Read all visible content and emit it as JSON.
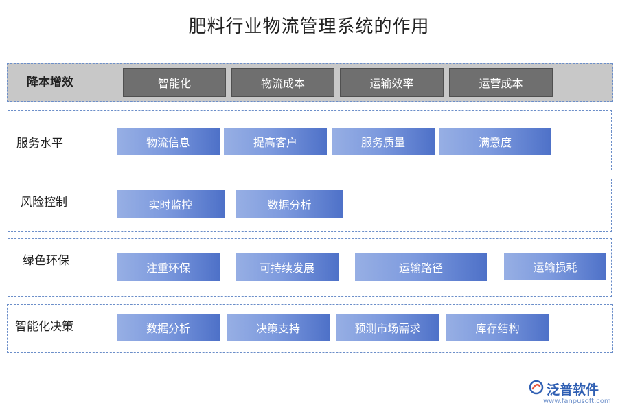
{
  "title": "肥料行业物流管理系统的作用",
  "rows": [
    {
      "label": "降本增效",
      "items": [
        "智能化",
        "物流成本",
        "运输效率",
        "运营成本"
      ]
    },
    {
      "label": "服务水平",
      "items": [
        "物流信息",
        "提高客户",
        "服务质量",
        "满意度"
      ]
    },
    {
      "label": "风险控制",
      "items": [
        "实时监控",
        "数据分析"
      ]
    },
    {
      "label": "绿色环保",
      "items": [
        "注重环保",
        "可持续发展",
        "运输路径",
        "运输损耗"
      ]
    },
    {
      "label": "智能化决策",
      "items": [
        "数据分析",
        "决策支持",
        "预测市场需求",
        "库存结构"
      ]
    }
  ],
  "brand": {
    "name": "泛普软件",
    "url": "www.fanpusoft.com",
    "color": "#2f5fb3"
  },
  "colors": {
    "gray_box": "#6f6f6f",
    "blue_light": "#97afe4",
    "blue_dark": "#4e71c8",
    "row_border": "#6b8ec9"
  }
}
